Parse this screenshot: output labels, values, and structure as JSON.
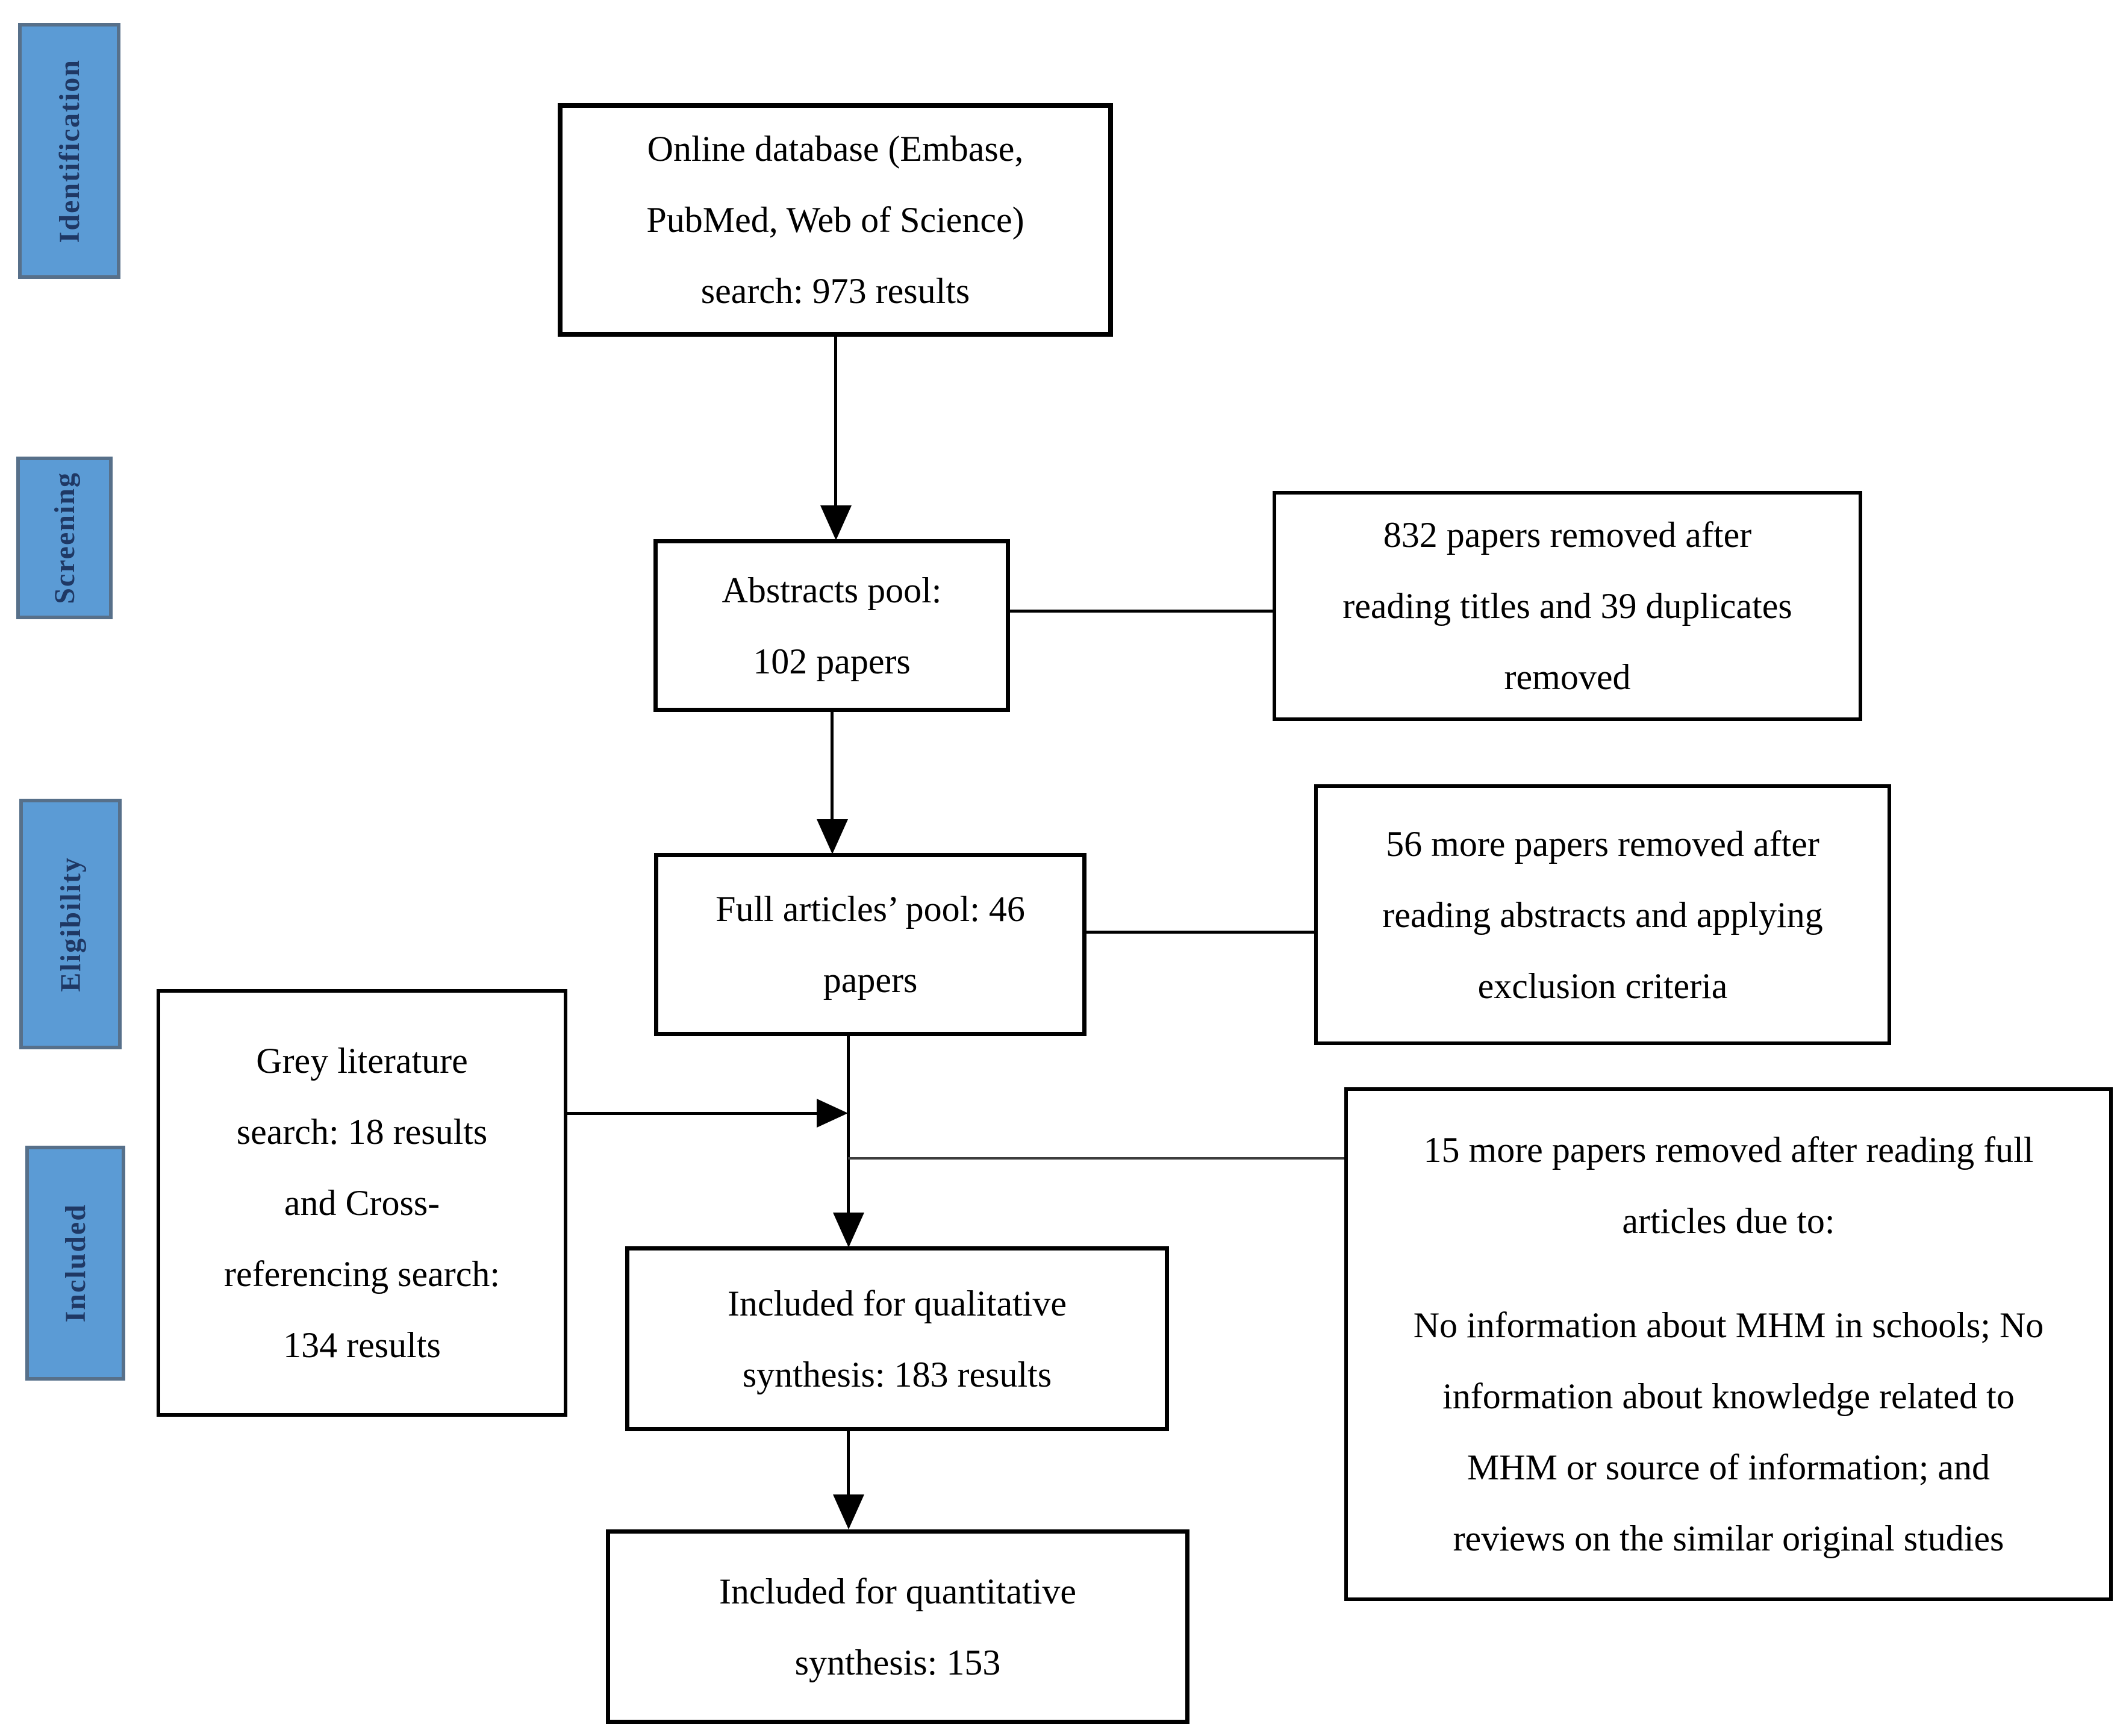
{
  "stages": [
    {
      "label": "Identification"
    },
    {
      "label": "Screening"
    },
    {
      "label": "Eligibility"
    },
    {
      "label": "Included"
    }
  ],
  "boxes": {
    "online_database": {
      "lines": [
        "Online database (Embase,",
        "PubMed, Web of Science)",
        "search: 973 results"
      ]
    },
    "abstracts_pool": {
      "lines": [
        "Abstracts pool:",
        "102 papers"
      ]
    },
    "titles_removed": {
      "lines": [
        "832 papers removed after",
        "reading titles and 39 duplicates",
        "removed"
      ]
    },
    "full_articles_pool": {
      "lines": [
        "Full articles’ pool: 46",
        "papers"
      ]
    },
    "abstracts_removed": {
      "lines": [
        "56 more papers removed after",
        "reading abstracts and applying",
        "exclusion criteria"
      ]
    },
    "grey_literature": {
      "lines": [
        "Grey literature",
        "search: 18 results",
        "and Cross-",
        "referencing search:",
        "134 results"
      ]
    },
    "qualitative_synthesis": {
      "lines": [
        "Included for qualitative",
        "synthesis: 183 results"
      ]
    },
    "full_text_removed": {
      "para1_lines": [
        "15 more papers removed after reading full",
        "articles due to:"
      ],
      "para2_lines": [
        "No information about MHM in schools; No",
        "information about knowledge related to",
        "MHM or source of information; and",
        "reviews on the similar original studies"
      ]
    },
    "quantitative_synthesis": {
      "lines": [
        "Included for quantitative",
        "synthesis: 153"
      ]
    }
  },
  "colors": {
    "stage_fill": "#5b9bd5",
    "stage_border": "#57708a",
    "stage_text": "#1f3864",
    "box_background": "#ffffff",
    "box_border": "#000000",
    "connector": "#000000",
    "connector_secondary": "#3d3d3d"
  }
}
